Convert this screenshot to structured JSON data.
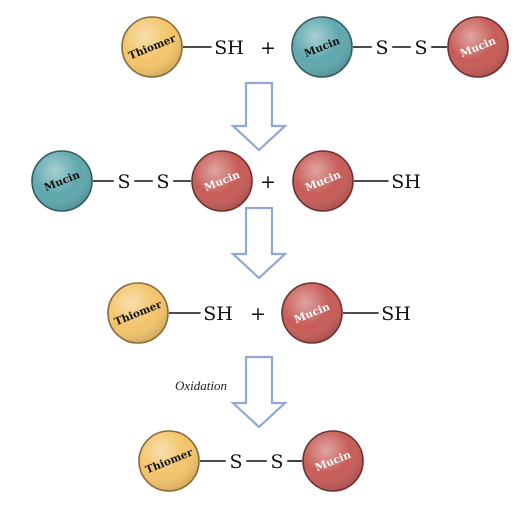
{
  "colors": {
    "thiomer": "#F3C46A",
    "mucin_blue": "#5FA8AE",
    "mucin_red": "#C75B57",
    "arrow_stroke": "#8FA8D4",
    "arrow_fill": "#FFFFFF"
  },
  "labels": {
    "thiomer": "Thiomer",
    "mucin": "Mucin",
    "thiol": "SH",
    "sulfur": "S",
    "plus": "+",
    "oxidation": "Oxidation"
  },
  "rows": [
    {
      "items": [
        {
          "kind": "ball",
          "label": "thiomer",
          "color": "thiomer"
        },
        {
          "kind": "text",
          "text": "thiol"
        },
        {
          "kind": "text",
          "text": "plus"
        },
        {
          "kind": "ball",
          "label": "mucin",
          "color": "mucin_blue"
        },
        {
          "kind": "text",
          "text": "sulfur"
        },
        {
          "kind": "text",
          "text": "sulfur"
        },
        {
          "kind": "ball",
          "label": "mucin",
          "color": "mucin_red"
        }
      ]
    },
    {
      "items": [
        {
          "kind": "ball",
          "label": "mucin",
          "color": "mucin_blue"
        },
        {
          "kind": "text",
          "text": "sulfur"
        },
        {
          "kind": "text",
          "text": "sulfur"
        },
        {
          "kind": "ball",
          "label": "mucin",
          "color": "mucin_red"
        },
        {
          "kind": "text",
          "text": "plus"
        },
        {
          "kind": "ball",
          "label": "mucin",
          "color": "mucin_red"
        },
        {
          "kind": "text",
          "text": "thiol"
        }
      ]
    },
    {
      "items": [
        {
          "kind": "ball",
          "label": "thiomer",
          "color": "thiomer"
        },
        {
          "kind": "text",
          "text": "thiol"
        },
        {
          "kind": "text",
          "text": "plus"
        },
        {
          "kind": "ball",
          "label": "mucin",
          "color": "mucin_red"
        },
        {
          "kind": "text",
          "text": "thiol"
        }
      ]
    },
    {
      "items": [
        {
          "kind": "ball",
          "label": "thiomer",
          "color": "thiomer"
        },
        {
          "kind": "text",
          "text": "sulfur"
        },
        {
          "kind": "text",
          "text": "sulfur"
        },
        {
          "kind": "ball",
          "label": "mucin",
          "color": "mucin_red"
        }
      ]
    }
  ],
  "arrows": [
    {
      "from_row": 0,
      "to_row": 1,
      "note": ""
    },
    {
      "from_row": 1,
      "to_row": 2,
      "note": ""
    },
    {
      "from_row": 2,
      "to_row": 3,
      "note": "oxidation"
    }
  ]
}
